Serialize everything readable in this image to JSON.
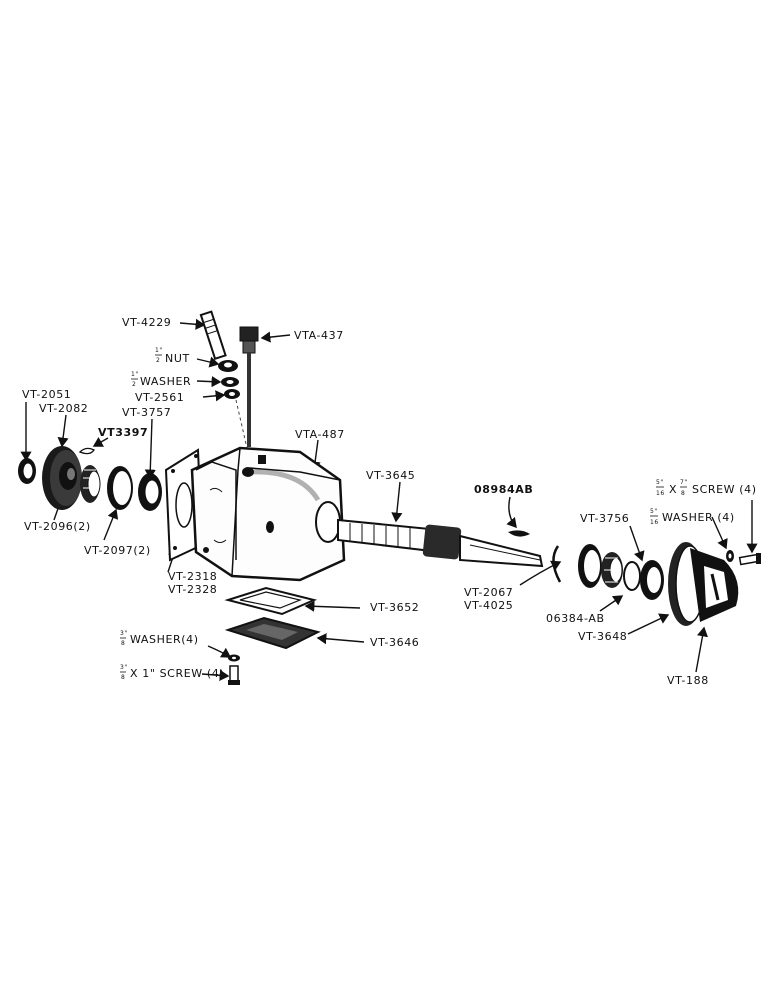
{
  "diagram": {
    "labels": {
      "vt4229": "VT-4229",
      "vta437": "VTA-437",
      "nut": "NUT",
      "nut_fraction": "1\"/2",
      "washer_half": "WASHER",
      "vt2561": "VT-2561",
      "vt2051": "VT-2051",
      "vt2082": "VT-2082",
      "vt3757": "VT-3757",
      "vt3397": "VT3397",
      "vta487": "VTA-487",
      "vt3645": "VT-3645",
      "part08984ab": "08984AB",
      "screw_516_78": "SCREW (4)",
      "washer_516": "WASHER (4)",
      "vt3756": "VT-3756",
      "vt2096": "VT-2096(2)",
      "vt2097": "VT-2097(2)",
      "vt2318": "VT-2318",
      "vt2328": "VT-2328",
      "vt3652": "VT-3652",
      "vt3646": "VT-3646",
      "washer_38": "WASHER(4)",
      "screw_38_1": "X 1\" SCREW (4)",
      "vt2067": "VT-2067",
      "vt4025": "VT-4025",
      "part06384ab": "06384-AB",
      "vt3648": "VT-3648",
      "vt188": "VT-188"
    }
  }
}
